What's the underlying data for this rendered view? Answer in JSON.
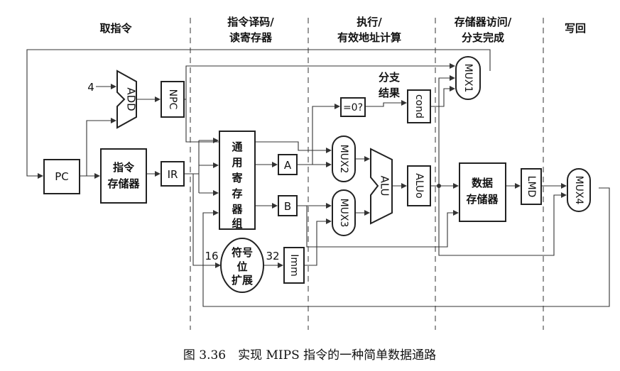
{
  "stages": [
    "取指令",
    "指令译码/",
    "读寄存器",
    "执行/",
    "有效地址计算",
    "存储器访问/",
    "分支完成",
    "写回"
  ],
  "blocks": {
    "pc": "PC",
    "instr_mem_1": "指令",
    "instr_mem_2": "存储器",
    "add": "ADD",
    "npc": "NPC",
    "ir": "IR",
    "regfile": [
      "通",
      "用",
      "寄",
      "存",
      "器",
      "组"
    ],
    "reg_a": "A",
    "reg_b": "B",
    "sign_ext": [
      "符号",
      "位",
      "扩展"
    ],
    "imm": "Imm",
    "zero_test": "=0?",
    "branch_1": "分支",
    "branch_2": "结果",
    "cond": "cond",
    "mux1": "MUX1",
    "mux2": "MUX2",
    "mux3": "MUX3",
    "mux4": "MUX4",
    "alu": "ALU",
    "aluo": "ALUo",
    "data_mem_1": "数据",
    "data_mem_2": "存储器",
    "lmd": "LMD"
  },
  "numbers": {
    "four": "4",
    "sixteen": "16",
    "thirtytwo": "32"
  },
  "caption": "图 3.36　实现 MIPS 指令的一种简单数据通路"
}
